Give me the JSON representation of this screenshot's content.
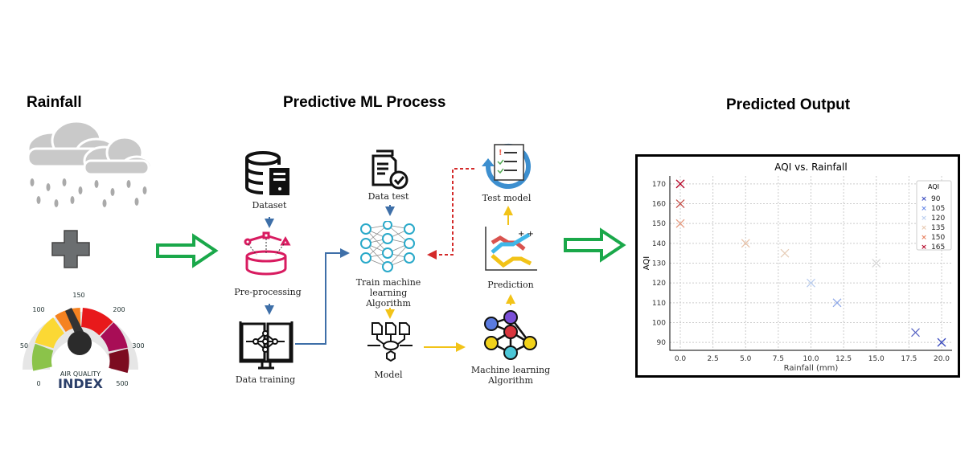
{
  "headings": {
    "rainfall": "Rainfall",
    "process": "Predictive ML Process",
    "output": "Predicted Output"
  },
  "gauge": {
    "ticks": [
      "0",
      "50",
      "100",
      "150",
      "200",
      "300",
      "500"
    ],
    "caption_top": "AIR QUALITY",
    "caption_main": "INDEX"
  },
  "process": {
    "dataset": "Dataset",
    "preprocessing": "Pre-processing",
    "data_training": "Data training",
    "data_test": "Data test",
    "train_algo": [
      "Train machine",
      "learning",
      "Algorithm"
    ],
    "model": "Model",
    "test_model": "Test model",
    "prediction": "Prediction",
    "ml_algo": [
      "Machine learning",
      "Algorithm"
    ]
  },
  "colors": {
    "arrow_green": "#1aa84a",
    "flow_blue": "#3e6fa8",
    "flow_yellow": "#f2c318",
    "flow_red": "#d42a2a"
  },
  "chart_data": {
    "type": "scatter",
    "title": "AQI vs. Rainfall",
    "xlabel": "Rainfall (mm)",
    "ylabel": "AQI",
    "xlim": [
      -0.8,
      20.8
    ],
    "ylim": [
      86,
      174
    ],
    "grid": true,
    "xticks": [
      "0.0",
      "2.5",
      "5.0",
      "7.5",
      "10.0",
      "12.5",
      "15.0",
      "17.5",
      "20.0"
    ],
    "yticks": [
      "90",
      "100",
      "110",
      "120",
      "130",
      "140",
      "150",
      "160",
      "170"
    ],
    "points": [
      {
        "x": 0,
        "y": 170,
        "color": "#b40426"
      },
      {
        "x": 0,
        "y": 160,
        "color": "#c4504a"
      },
      {
        "x": 0,
        "y": 150,
        "color": "#e59a80"
      },
      {
        "x": 5,
        "y": 140,
        "color": "#e8c2a8"
      },
      {
        "x": 8,
        "y": 135,
        "color": "#e6cdb8"
      },
      {
        "x": 10,
        "y": 120,
        "color": "#b9cdef"
      },
      {
        "x": 12,
        "y": 110,
        "color": "#8ea8e8"
      },
      {
        "x": 15,
        "y": 130,
        "color": "#d8d8d8"
      },
      {
        "x": 18,
        "y": 95,
        "color": "#5a66c4"
      },
      {
        "x": 20,
        "y": 90,
        "color": "#3b4cc0"
      }
    ],
    "legend": {
      "title": "AQI",
      "placement": "top-right",
      "entries": [
        {
          "label": "90",
          "color": "#3b4cc0"
        },
        {
          "label": "105",
          "color": "#6a8be8"
        },
        {
          "label": "120",
          "color": "#b9cdef"
        },
        {
          "label": "135",
          "color": "#e8c9b0"
        },
        {
          "label": "150",
          "color": "#e7805f"
        },
        {
          "label": "165",
          "color": "#b40426"
        }
      ]
    }
  }
}
